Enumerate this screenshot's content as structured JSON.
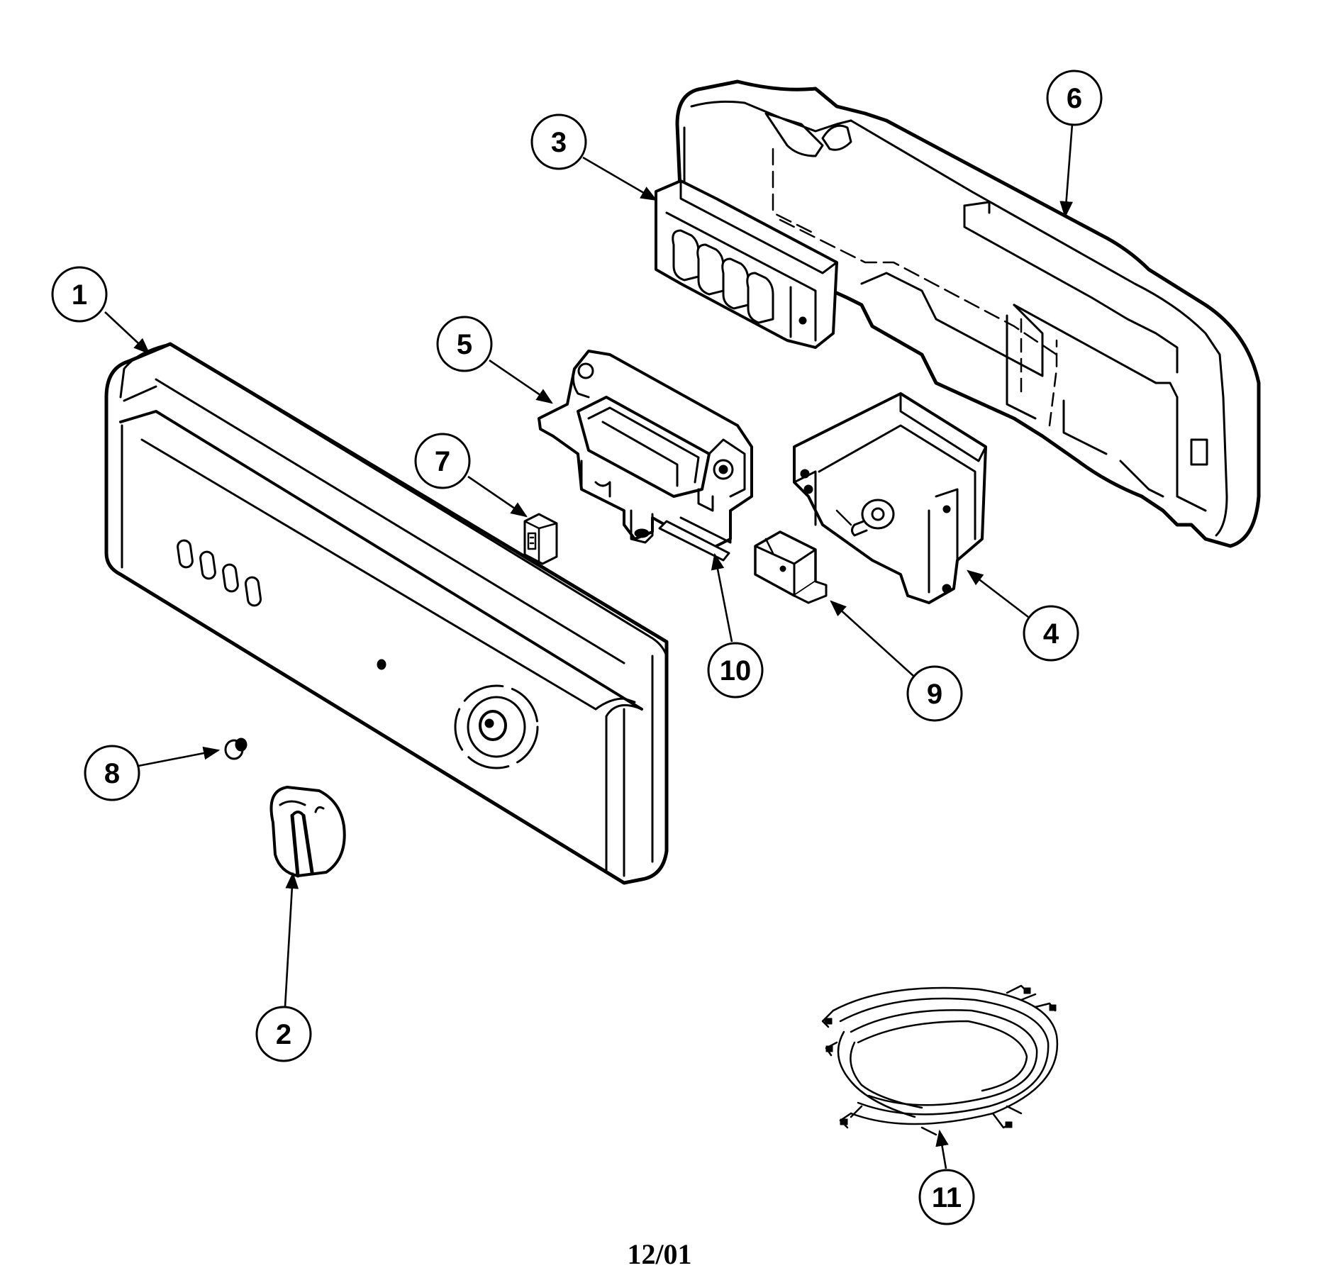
{
  "diagram": {
    "footer_code": "12/01",
    "callouts": [
      {
        "label": "1"
      },
      {
        "label": "2"
      },
      {
        "label": "3"
      },
      {
        "label": "4"
      },
      {
        "label": "5"
      },
      {
        "label": "6"
      },
      {
        "label": "7"
      },
      {
        "label": "8"
      },
      {
        "label": "9"
      },
      {
        "label": "10"
      },
      {
        "label": "11"
      }
    ]
  }
}
